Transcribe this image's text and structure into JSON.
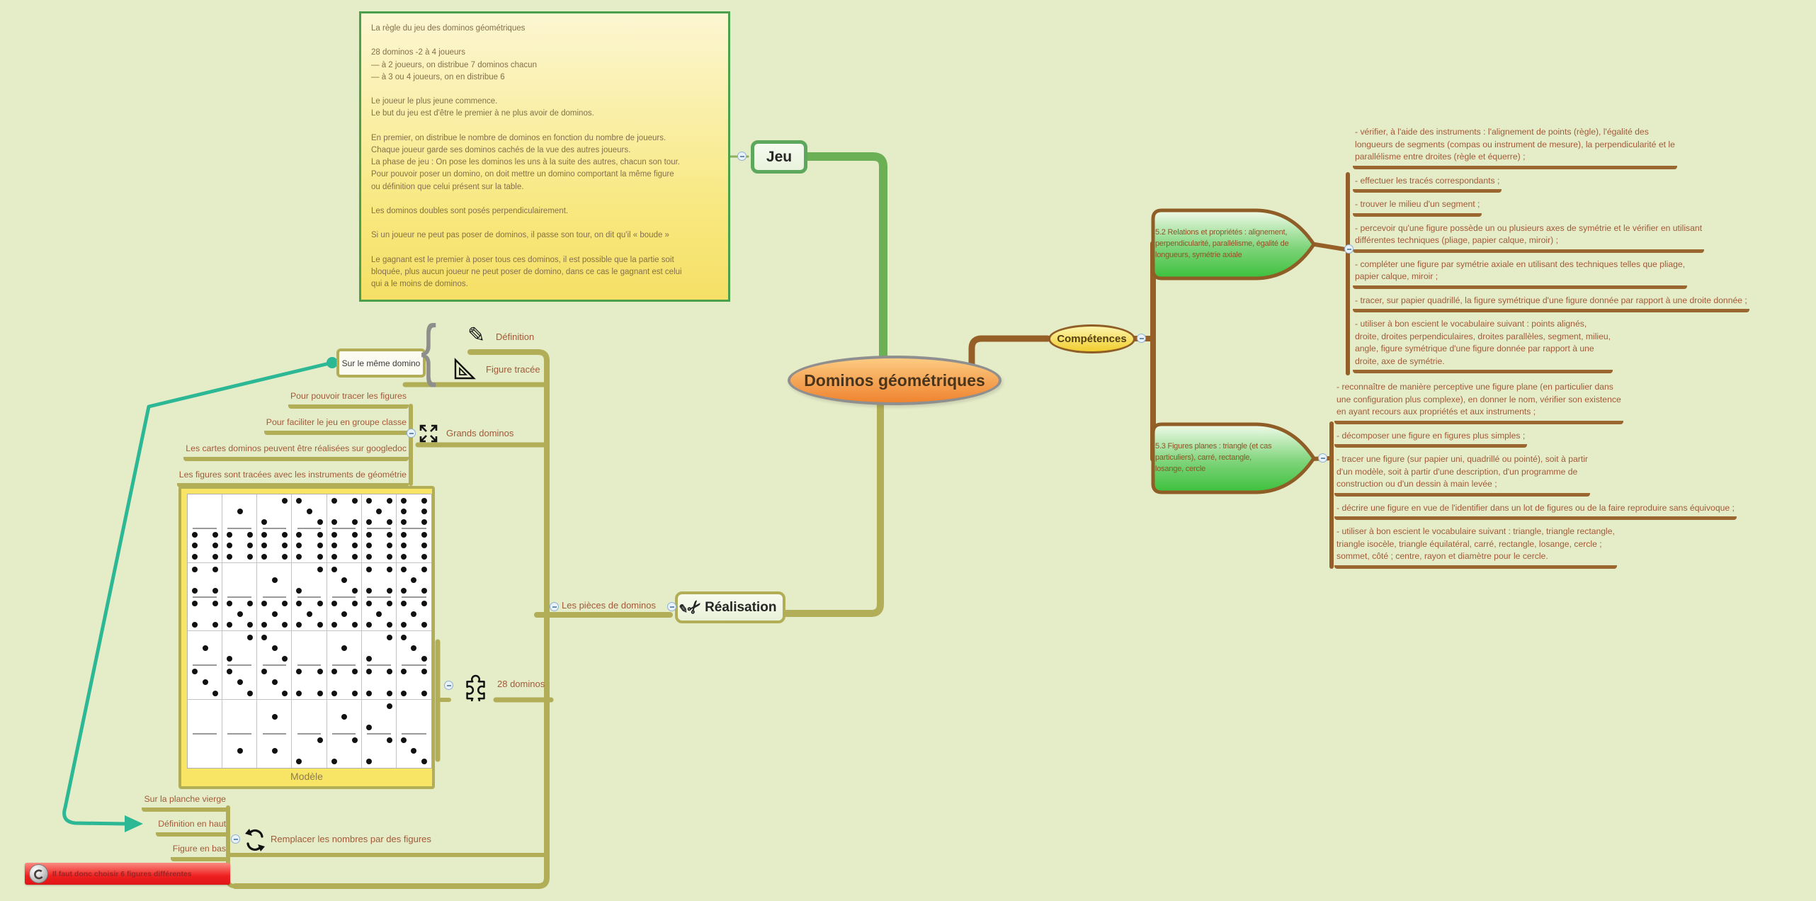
{
  "app": {
    "kind": "mind-map",
    "background": "#e5ecc8"
  },
  "root_node": {
    "label": "Dominos géométriques"
  },
  "jeu": {
    "label": "Jeu",
    "rules_note": "La règle du jeu des dominos géométriques\n\n28 dominos -2 à 4 joueurs\n— à 2 joueurs, on distribue 7 dominos chacun\n— à 3 ou 4 joueurs, on en distribue 6\n\nLe joueur le plus jeune commence.\nLe but du jeu est d'être le premier à ne plus avoir de dominos.\n\nEn premier, on distribue le nombre de dominos en fonction du nombre de joueurs.\nChaque joueur garde ses dominos cachés de la vue des autres joueurs.\nLa phase de jeu : On pose les dominos les uns à la suite des autres, chacun son tour.\nPour pouvoir poser un domino, on doit mettre un domino comportant la même figure\nou définition que celui présent sur la table.\n\nLes dominos doubles sont posés perpendiculairement.\n\nSi un joueur ne peut pas poser de dominos, il passe son tour, on dit qu'il « boude »\n\nLe gagnant est le premier à poser tous ces dominos, il est possible que la partie soit\nbloquée, plus aucun joueur ne peut poser de domino, dans ce cas le gagnant est celui\nqui a le moins de dominos."
  },
  "competences": {
    "label": "Compétences",
    "s52": {
      "label": "5.2 Relations et propriétés : alignement,\nperpendicularité, parallélisme, égalité de\nlongueurs, symétrie axiale",
      "items": [
        "- vérifier, à l'aide des instruments : l'alignement de points (règle), l'égalité des\nlongueurs de segments (compas ou instrument de mesure), la perpendicularité et le\nparallélisme entre droites (règle et équerre) ;",
        "- effectuer les tracés correspondants ;",
        "- trouver le milieu d'un segment ;",
        "- percevoir qu'une figure possède un ou plusieurs axes de symétrie et le vérifier en utilisant\ndifférentes techniques (pliage, papier calque, miroir) ;",
        "- compléter une figure par symétrie axiale en utilisant des techniques telles que pliage,\npapier calque, miroir ;",
        "- tracer, sur papier quadrillé, la figure symétrique d'une figure donnée par rapport à une droite donnée ;",
        "- utiliser à bon escient le vocabulaire suivant : points alignés,\ndroite, droites perpendiculaires, droites parallèles, segment, milieu,\nangle, figure symétrique d'une figure donnée par rapport à une\ndroite, axe de symétrie."
      ]
    },
    "s53": {
      "label": "5.3 Figures planes : triangle (et cas\nparticuliers), carré, rectangle,\nlosange, cercle",
      "items": [
        "- reconnaître de manière perceptive une figure plane (en particulier dans\nune configuration plus complexe), en donner le nom, vérifier son existence\nen ayant recours aux propriétés et aux instruments ;",
        "- décomposer une figure en figures plus simples ;",
        "- tracer une figure (sur papier uni, quadrillé ou pointé), soit à partir\nd'un modèle, soit à partir d'une description, d'un programme de\nconstruction ou d'un dessin à main levée ;",
        "- décrire une figure en vue de l'identifier dans un lot de figures ou de la faire reproduire sans équivoque ;",
        "- utiliser à bon escient le vocabulaire suivant : triangle, triangle rectangle,\ntriangle isocèle, triangle équilatéral, carré, rectangle, losange, cercle ;\nsommet, côté ; centre, rayon et diamètre pour le cercle."
      ]
    }
  },
  "realisation": {
    "label": "Réalisation",
    "pieces_label": "Les pièces de dominos"
  },
  "same_domino": {
    "label": "Sur le même domino",
    "definition_label": "Définition",
    "figure_label": "Figure tracée"
  },
  "grands_dominos": {
    "label": "Grands dominos",
    "items": [
      "Pour pouvoir tracer les figures",
      "Pour faciliter le jeu en groupe classe",
      "Les cartes dominos peuvent être réalisées sur googledoc",
      "Les figures sont tracées avec les instruments de géométrie"
    ]
  },
  "dominos28": {
    "label": "28 dominos",
    "model_label": "Modèle",
    "grid": {
      "columns": 7,
      "rows": 4,
      "dominoes": [
        [
          0,
          6
        ],
        [
          1,
          6
        ],
        [
          2,
          6
        ],
        [
          3,
          6
        ],
        [
          4,
          6
        ],
        [
          5,
          6
        ],
        [
          6,
          6
        ],
        [
          4,
          4
        ],
        [
          0,
          5
        ],
        [
          1,
          5
        ],
        [
          2,
          5
        ],
        [
          3,
          5
        ],
        [
          4,
          5
        ],
        [
          5,
          5
        ],
        [
          1,
          3
        ],
        [
          2,
          3
        ],
        [
          3,
          3
        ],
        [
          0,
          4
        ],
        [
          1,
          4
        ],
        [
          2,
          4
        ],
        [
          3,
          4
        ],
        [
          0,
          0
        ],
        [
          0,
          1
        ],
        [
          1,
          1
        ],
        [
          0,
          2
        ],
        [
          1,
          2
        ],
        [
          2,
          2
        ],
        [
          0,
          3
        ]
      ]
    }
  },
  "remplacer": {
    "label": "Remplacer les nombres par des figures",
    "items": [
      "Sur la planche vierge",
      "Définition en haut",
      "Figure en bas"
    ]
  },
  "warning": {
    "label": "Il faut donc choisir 6 figures différentes"
  },
  "icons": {
    "definition": "pencil-icon",
    "figure_tracee": "set-square-icon",
    "grands_dominos": "expand-arrows-icon",
    "dominos28": "puzzle-icon",
    "remplacer": "refresh-icon",
    "realisation": "scissors-pencil-icon",
    "warning": "stop-icon",
    "collapse": "minus-circle-icon",
    "connector_start": "connector-dot",
    "connector_end": "arrowhead"
  },
  "colors": {
    "background": "#e5ecc8",
    "olive_edge": "#b2ae57",
    "brown_edge": "#955f27",
    "green_edge": "#6bb054",
    "teal_connector": "#2cb795",
    "item_text": "#a25a38",
    "note_border": "#4ba14b",
    "warning_text": "#9c2424"
  }
}
